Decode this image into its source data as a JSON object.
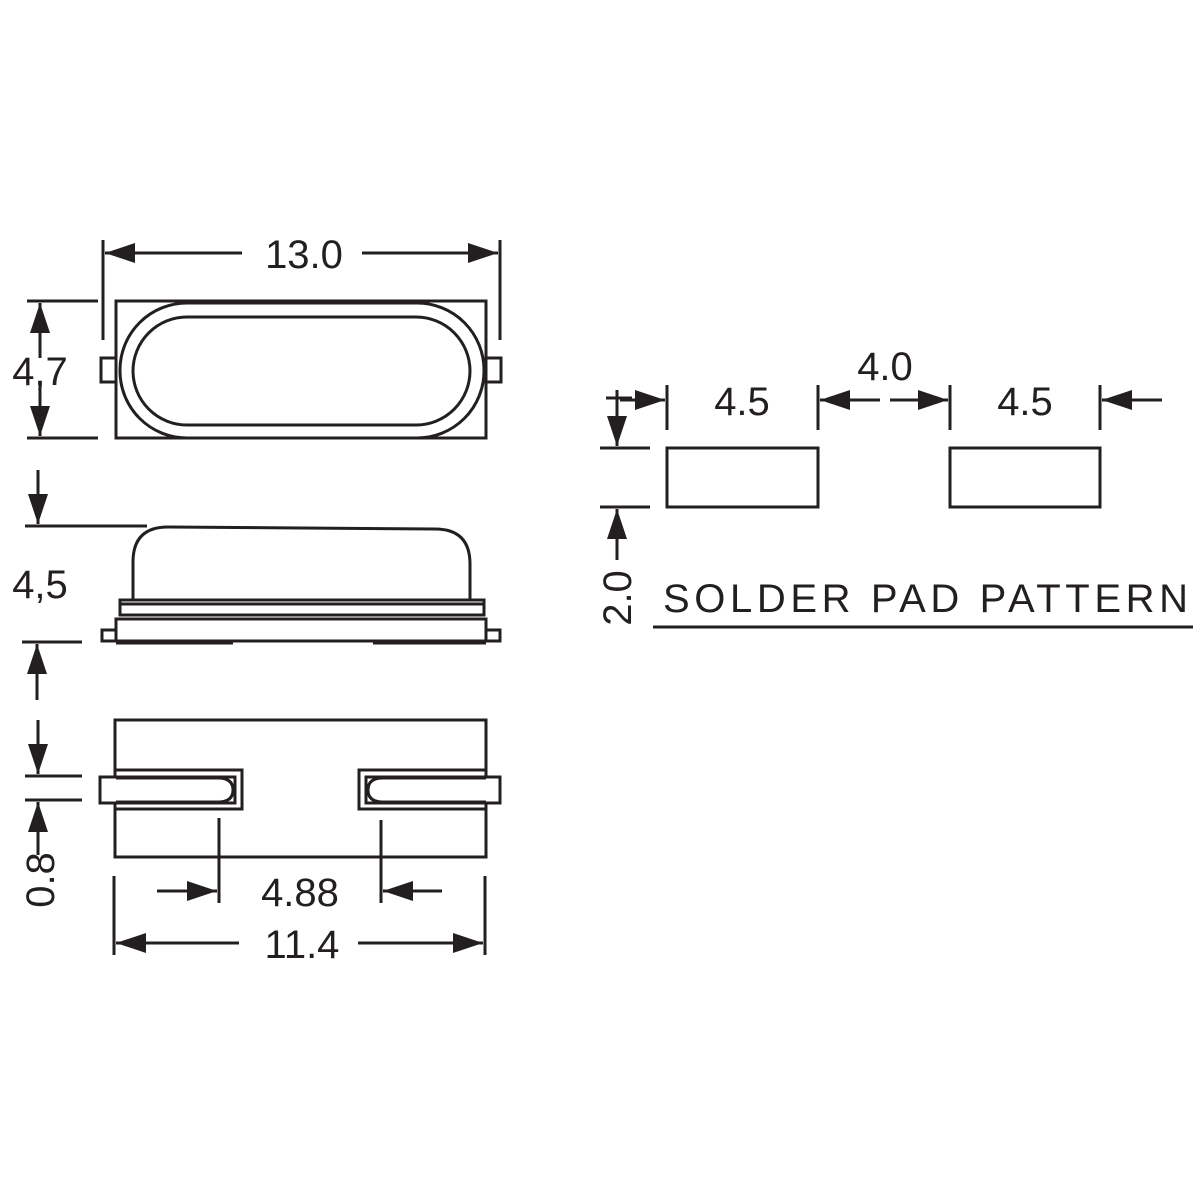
{
  "drawing": {
    "top_view": {
      "width_label": "13.0",
      "height_label": "4,7"
    },
    "side_view": {
      "height_label": "4,5"
    },
    "bottom_view": {
      "lead_thickness_label": "0.8",
      "lead_gap_label": "4.88",
      "body_length_label": "11.4"
    },
    "solder_pad": {
      "pad_left_width_label": "4.5",
      "pad_gap_label": "4.0",
      "pad_right_width_label": "4.5",
      "pad_height_label": "2.0",
      "title": "SOLDER PAD PATTERN"
    },
    "line_color": "#231f20"
  }
}
